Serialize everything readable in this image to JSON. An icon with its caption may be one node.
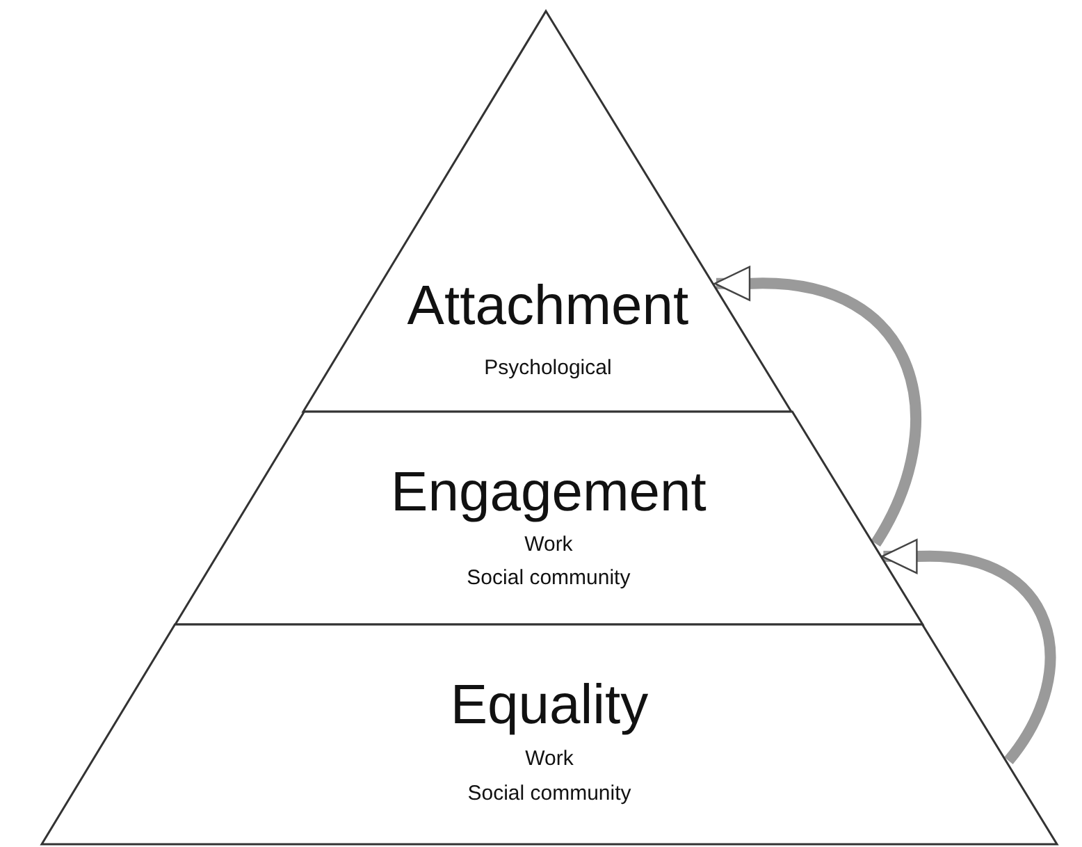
{
  "diagram": {
    "nodes": [
      {
        "text": [
          "Attachment",
          "Psychological"
        ]
      },
      {
        "text": [
          "Engagement",
          "Work",
          "Social community"
        ]
      },
      {
        "text": [
          "Equality",
          "Work",
          "Social community"
        ]
      }
    ],
    "edges": [
      {
        "from": 2,
        "to": 1,
        "arrow": "to"
      },
      {
        "from": 1,
        "to": 0,
        "arrow": "to"
      }
    ]
  }
}
